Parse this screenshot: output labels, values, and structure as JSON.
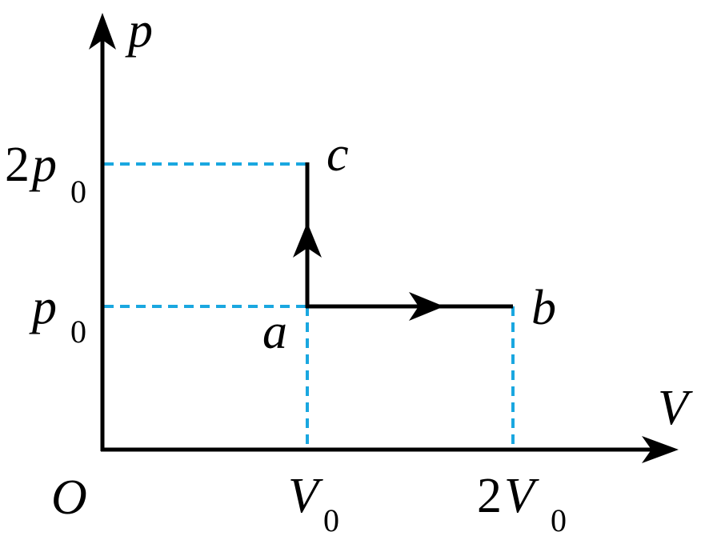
{
  "axes": {
    "x_label": "V",
    "y_label": "p",
    "origin_label": "O"
  },
  "ticks": {
    "x1": {
      "main": "V",
      "sub": "0"
    },
    "x2": {
      "coef": "2",
      "main": "V",
      "sub": "0"
    },
    "y1": {
      "main": "p",
      "sub": "0"
    },
    "y2": {
      "coef": "2",
      "main": "p",
      "sub": "0"
    }
  },
  "points": {
    "a": "a",
    "b": "b",
    "c": "c"
  },
  "colors": {
    "axis": "#000000",
    "process": "#000000",
    "guide": "#1aa7e0"
  }
}
